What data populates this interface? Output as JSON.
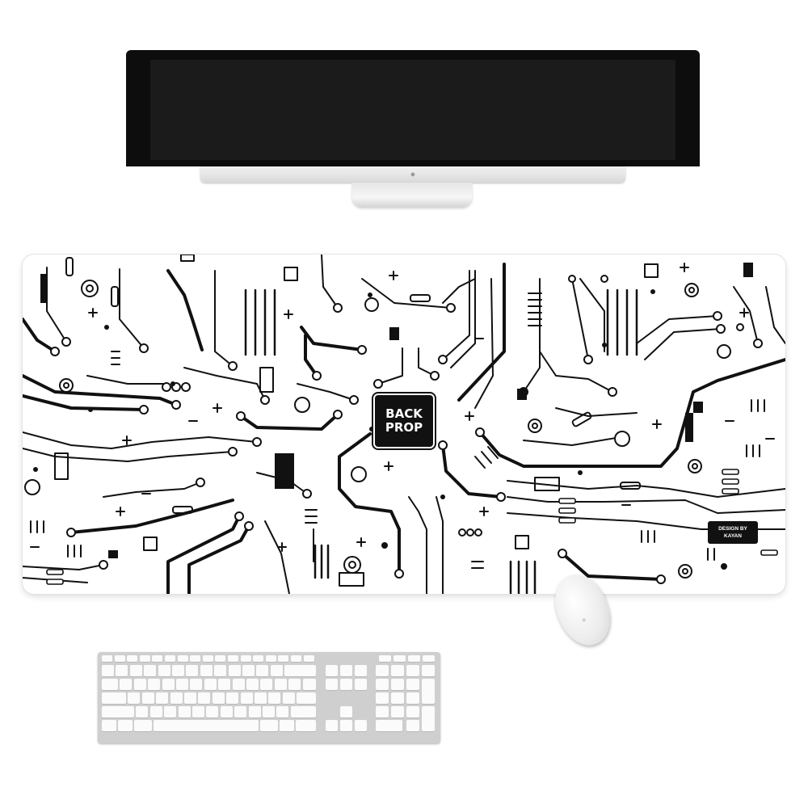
{
  "mousepad": {
    "logo_line1": "BACK",
    "logo_line2": "PROP",
    "badge_line1": "DESIGN BY",
    "badge_line2": "KAYAN"
  },
  "icons": {
    "monitor_logo": "apple-logo-icon",
    "mouse_logo": "apple-logo-icon"
  },
  "colors": {
    "circuit": "#111111",
    "pad": "#ffffff",
    "bezel": "#0d0d0d",
    "keyboard_frame": "#cfcfcf",
    "key": "#fbfbfb"
  }
}
